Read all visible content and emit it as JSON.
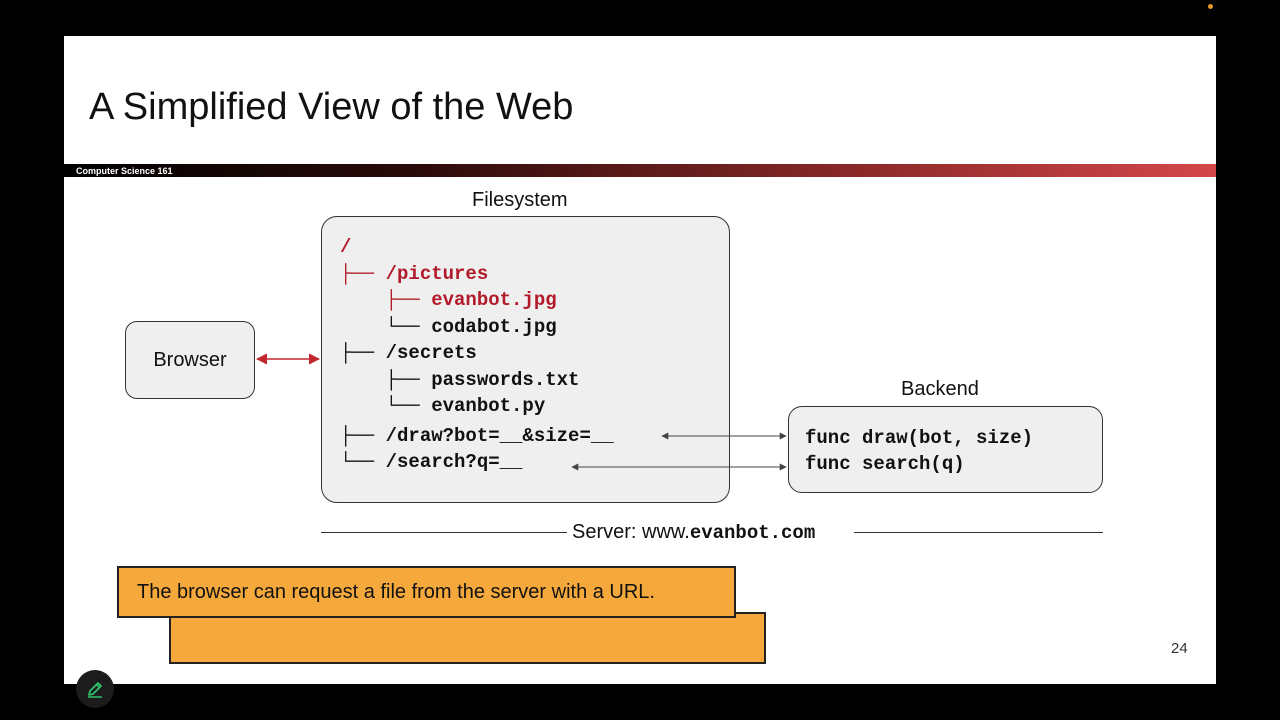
{
  "slide": {
    "title": "A Simplified View of the Web",
    "course_label": "Computer Science 161",
    "page_number": "24"
  },
  "diagram": {
    "filesystem_label": "Filesystem",
    "browser_label": "Browser",
    "backend_label": "Backend",
    "server_label_prefix": "Server: www.",
    "server_label_domain": "evanbot.com",
    "tree_lines": [
      {
        "text": "/",
        "highlight": true
      },
      {
        "text": "├── /pictures",
        "highlight": true
      },
      {
        "text": "    ├── evanbot.jpg",
        "highlight": true
      },
      {
        "text": "    └── codabot.jpg",
        "highlight": false
      },
      {
        "text": "├── /secrets",
        "highlight": false
      },
      {
        "text": "    ├── passwords.txt",
        "highlight": false
      },
      {
        "text": "    └── evanbot.py",
        "highlight": false
      },
      {
        "text": "├── /draw?bot=__&size=__",
        "highlight": false
      },
      {
        "text": "└── /search?q=__",
        "highlight": false
      }
    ],
    "backend_lines": [
      "func draw(bot, size)",
      "func search(q)"
    ],
    "colors": {
      "highlight": "#b21a2a",
      "arrow_red": "#c0282f",
      "callout": "#f5a93c"
    }
  },
  "callout": {
    "line1": "The browser can request a file from the server with a URL.",
    "line2": ""
  },
  "controls": {
    "edit_icon": "pencil-icon"
  }
}
